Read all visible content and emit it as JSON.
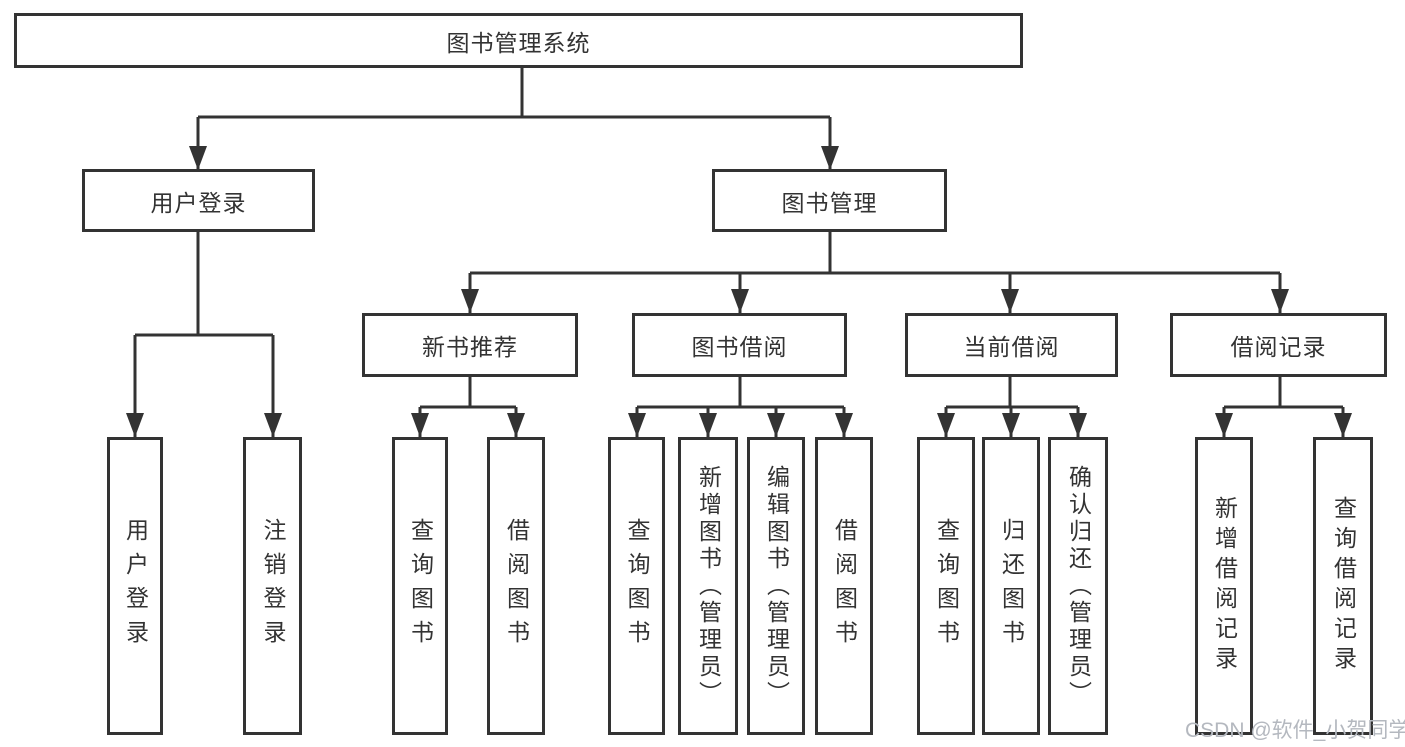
{
  "diagram": {
    "nodes": {
      "root": "图书管理系统",
      "user_login": "用户登录",
      "book_mgmt": "图书管理",
      "new_book_rec": "新书推荐",
      "book_borrow": "图书借阅",
      "current_borrow": "当前借阅",
      "borrow_record": "借阅记录",
      "leaf_user_login": "用户登录",
      "leaf_logout": "注销登录",
      "rec_query_book": "查询图书",
      "rec_borrow_book": "借阅图书",
      "bb_query_book": "查询图书",
      "bb_add_book_admin": "新增图书（管理员）",
      "bb_edit_book_admin": "编辑图书（管理员）",
      "bb_borrow_book": "借阅图书",
      "cb_query_book": "查询图书",
      "cb_return_book": "归还图书",
      "cb_confirm_return_admin": "确认归还（管理员）",
      "br_add_record": "新增借阅记录",
      "br_query_record": "查询借阅记录"
    },
    "watermark": "CSDN @软件_小贺同学",
    "colors": {
      "border": "#333333",
      "line": "#333333",
      "text": "#333333",
      "background": "#ffffff",
      "watermark": "#b4b8bf"
    }
  }
}
